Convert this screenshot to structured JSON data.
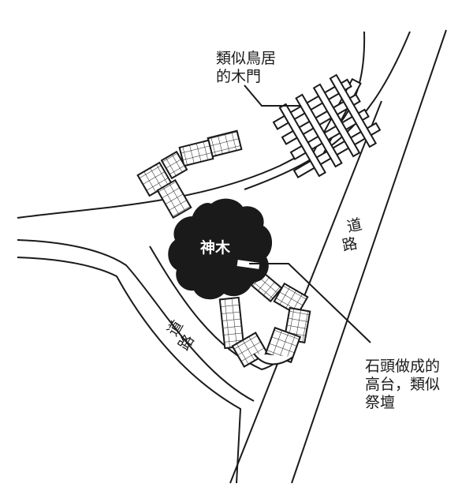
{
  "labels": {
    "gate": [
      "類似鳥居",
      "的木門"
    ],
    "tree": "神木",
    "road_right": [
      "道",
      "路"
    ],
    "road_left": [
      "道",
      "路"
    ],
    "altar": [
      "石頭做成的",
      "高台，類似",
      "祭壇"
    ]
  },
  "colors": {
    "ink": "#1a1a1a",
    "background": "#ffffff",
    "tree_text": "#ffffff"
  }
}
